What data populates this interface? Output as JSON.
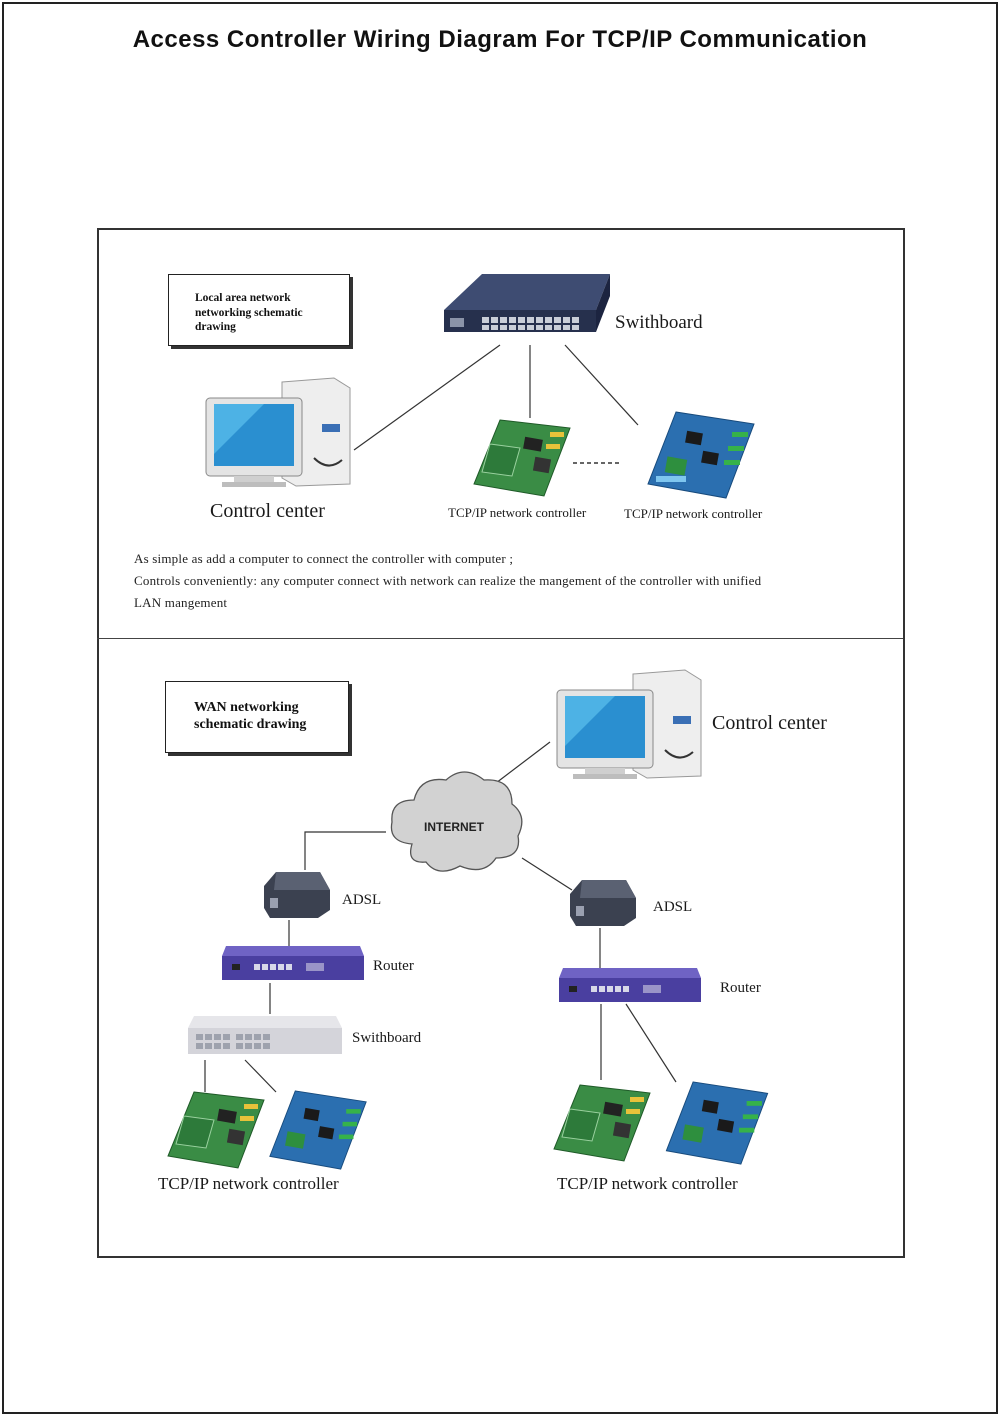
{
  "title": "Access Controller Wiring Diagram For TCP/IP  Communication",
  "lan": {
    "box_label_lines": [
      "Local area network",
      "networking schematic",
      "drawing"
    ],
    "switchboard_label": "Swithboard",
    "control_center_label": "Control center",
    "controller_label_1": "TCP/IP network controller",
    "controller_label_2": "TCP/IP network controller",
    "description_lines": [
      "As simple as add a computer to connect the controller with computer ;",
      "Controls conveniently: any computer connect with network can realize the mangement of the controller with unified",
      "LAN mangement"
    ]
  },
  "wan": {
    "box_label_lines": [
      "WAN networking",
      "schematic drawing"
    ],
    "control_center_label": "Control center",
    "internet_label": "INTERNET",
    "adsl_left_label": "ADSL",
    "adsl_right_label": "ADSL",
    "router_left_label": "Router",
    "router_right_label": "Router",
    "switchboard_label": "Swithboard",
    "controller_left_label": "TCP/IP network controller",
    "controller_right_label": "TCP/IP network controller"
  },
  "colors": {
    "switch_body": "#2e3a5c",
    "router_body": "#4a3fa0",
    "board_green": "#2f8a3a",
    "board_blue": "#2b6fb0",
    "monitor_screen": "#2a8fd0",
    "cloud": "#cfcfcf"
  }
}
